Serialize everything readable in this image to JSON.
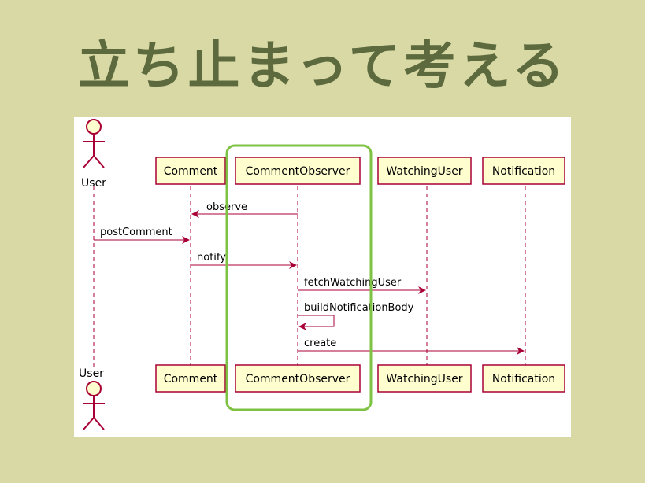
{
  "slide": {
    "title": "立ち止まって考える"
  },
  "diagram": {
    "actor": "User",
    "participants": [
      "Comment",
      "CommentObserver",
      "WatchingUser",
      "Notification"
    ],
    "messages": [
      {
        "from": "CommentObserver",
        "to": "Comment",
        "label": "observe"
      },
      {
        "from": "User",
        "to": "Comment",
        "label": "postComment"
      },
      {
        "from": "Comment",
        "to": "CommentObserver",
        "label": "notify"
      },
      {
        "from": "CommentObserver",
        "to": "WatchingUser",
        "label": "fetchWatchingUser"
      },
      {
        "from": "CommentObserver",
        "to": "CommentObserver",
        "label": "buildNotificationBody"
      },
      {
        "from": "CommentObserver",
        "to": "Notification",
        "label": "create"
      }
    ],
    "highlight": "CommentObserver",
    "colors": {
      "line": "#a80036",
      "box_fill": "#fefece",
      "box_stroke": "#a80036",
      "highlight": "#7ec244",
      "title": "#5c6a3e",
      "background": "#d9d9a6"
    }
  }
}
